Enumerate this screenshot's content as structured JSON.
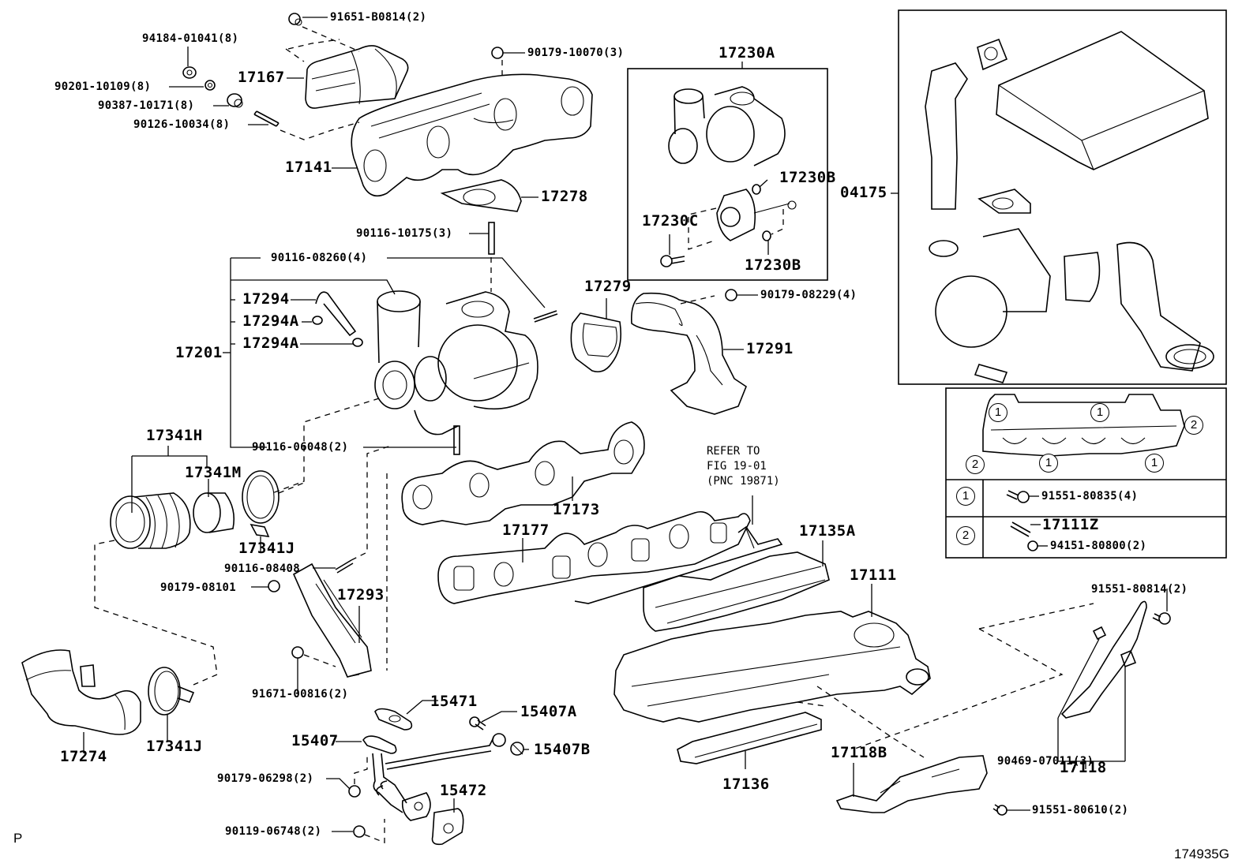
{
  "diagram": {
    "title": "Exhaust manifold / turbocharger parts diagram",
    "figure_id": "174935G",
    "corner_mark": "P",
    "parts": {
      "p94184": "94184-01041(8)",
      "p90201": "90201-10109(8)",
      "p90387": "90387-10171(8)",
      "p90126": "90126-10034(8)",
      "p91651": "91651-B0814(2)",
      "p17167": "17167",
      "p90179_10070": "90179-10070(3)",
      "p17141": "17141",
      "p17278": "17278",
      "p90116_10175": "90116-10175(3)",
      "p90116_08260": "90116-08260(4)",
      "p17294": "17294",
      "p17294A_1": "17294A",
      "p17294A_2": "17294A",
      "p17201": "17201",
      "p90116_06048": "90116-06048(2)",
      "p17230A": "17230A",
      "p17230B_1": "17230B",
      "p17230B_2": "17230B",
      "p17230C": "17230C",
      "p17279": "17279",
      "p90179_08229": "90179-08229(4)",
      "p17291": "17291",
      "p04175": "04175",
      "p17341H": "17341H",
      "p17341M": "17341M",
      "p17341J_1": "17341J",
      "p17341J_2": "17341J",
      "p90116_08408": "90116-08408",
      "p90179_08101": "90179-08101",
      "p17293": "17293",
      "p91671": "91671-00816(2)",
      "p17274": "17274",
      "p15471": "15471",
      "p15407": "15407",
      "p15407A": "15407A",
      "p15407B": "15407B",
      "p90179_06298": "90179-06298(2)",
      "p15472": "15472",
      "p90119": "90119-06748(2)",
      "p17173": "17173",
      "p17177": "17177",
      "p17135A": "17135A",
      "p17111": "17111",
      "p17136": "17136",
      "p17118B": "17118B",
      "p91551_80610": "91551-80610(2)",
      "p91551_80814": "91551-80814(2)",
      "p90469": "90469-07011(3)",
      "p17118": "17118"
    },
    "refer_note": "REFER TO\nFIG 19-01\n(PNC 19871)",
    "legend": {
      "markers": [
        "1",
        "1",
        "2",
        "1",
        "1",
        "2"
      ],
      "rows": [
        {
          "marker": "1",
          "items": [
            "91551-80835(4)"
          ]
        },
        {
          "marker": "2",
          "items": [
            "17111Z",
            "94151-80800(2)"
          ]
        }
      ]
    }
  }
}
